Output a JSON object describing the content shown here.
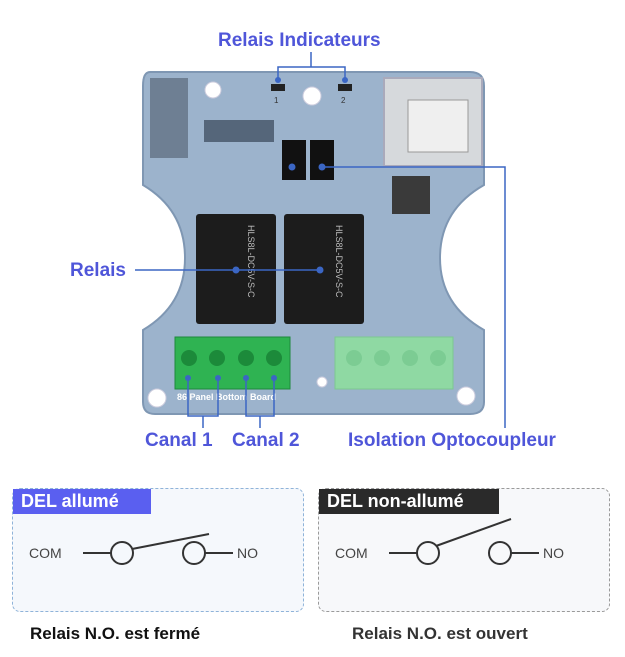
{
  "callouts": {
    "indicators": "Relais Indicateurs",
    "relays": "Relais",
    "channel1": "Canal 1",
    "channel2": "Canal 2",
    "optocoupler": "Isolation Optocoupleur"
  },
  "board": {
    "silkscreen": "86 Panel Bottom Board",
    "indicator_led_1": "1",
    "indicator_led_2": "2",
    "relay_model": "HLS8L-DC5V-S-C"
  },
  "panels": [
    {
      "tag": "DEL allumé",
      "tag_color": "#5a5ff0",
      "com_label": "COM",
      "no_label": "NO",
      "caption": "Relais N.O. est fermé"
    },
    {
      "tag": "DEL non-allumé",
      "tag_color": "#2a2a2a",
      "com_label": "COM",
      "no_label": "NO",
      "caption": "Relais N.O. est ouvert"
    }
  ],
  "colors": {
    "accent": "#4f56d9",
    "pcb": "#9cb3cc",
    "terminal_on": "#2fb352",
    "terminal_off": "#8fd9a3"
  }
}
